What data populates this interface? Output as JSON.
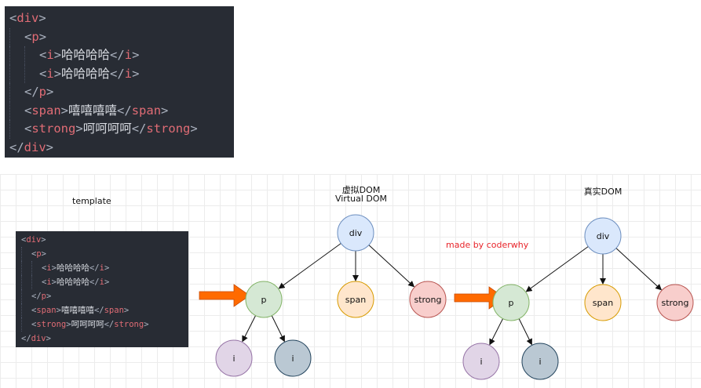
{
  "code": {
    "lines": [
      {
        "indent": 0,
        "open": "div",
        "text": "",
        "close": null
      },
      {
        "indent": 1,
        "open": "p",
        "text": "",
        "close": null
      },
      {
        "indent": 2,
        "open": "i",
        "text": "哈哈哈哈",
        "close": "i"
      },
      {
        "indent": 2,
        "open": "i",
        "text": "哈哈哈哈",
        "close": "i"
      },
      {
        "indent": 1,
        "open": null,
        "text": "",
        "close": "p"
      },
      {
        "indent": 1,
        "open": "span",
        "text": "嘻嘻嘻嘻",
        "close": "span"
      },
      {
        "indent": 1,
        "open": "strong",
        "text": "呵呵呵呵",
        "close": "strong"
      },
      {
        "indent": 0,
        "open": null,
        "text": "",
        "close": "div"
      }
    ]
  },
  "diagram": {
    "template_label": "template",
    "vdom_label_cn": "虚拟DOM",
    "vdom_label_en": "Virtual DOM",
    "real_label": "真实DOM",
    "watermark": "made by coderwhy",
    "arrow_color": "#ff6a00",
    "colors": {
      "blue": {
        "fill": "#dae8fc",
        "stroke": "#6c8ebf"
      },
      "green": {
        "fill": "#d5e8d4",
        "stroke": "#82b366"
      },
      "orange": {
        "fill": "#ffe6cc",
        "stroke": "#d79b00"
      },
      "red": {
        "fill": "#f8cecc",
        "stroke": "#b85450"
      },
      "purple": {
        "fill": "#e1d5e7",
        "stroke": "#9673a6"
      },
      "slate": {
        "fill": "#bac8d3",
        "stroke": "#23445d"
      }
    },
    "vdom_tree": {
      "div": "div",
      "p": "p",
      "span": "span",
      "strong": "strong",
      "i1": "i",
      "i2": "i"
    },
    "real_tree": {
      "div": "div",
      "p": "p",
      "span": "span",
      "strong": "strong",
      "i1": "i",
      "i2": "i"
    }
  }
}
